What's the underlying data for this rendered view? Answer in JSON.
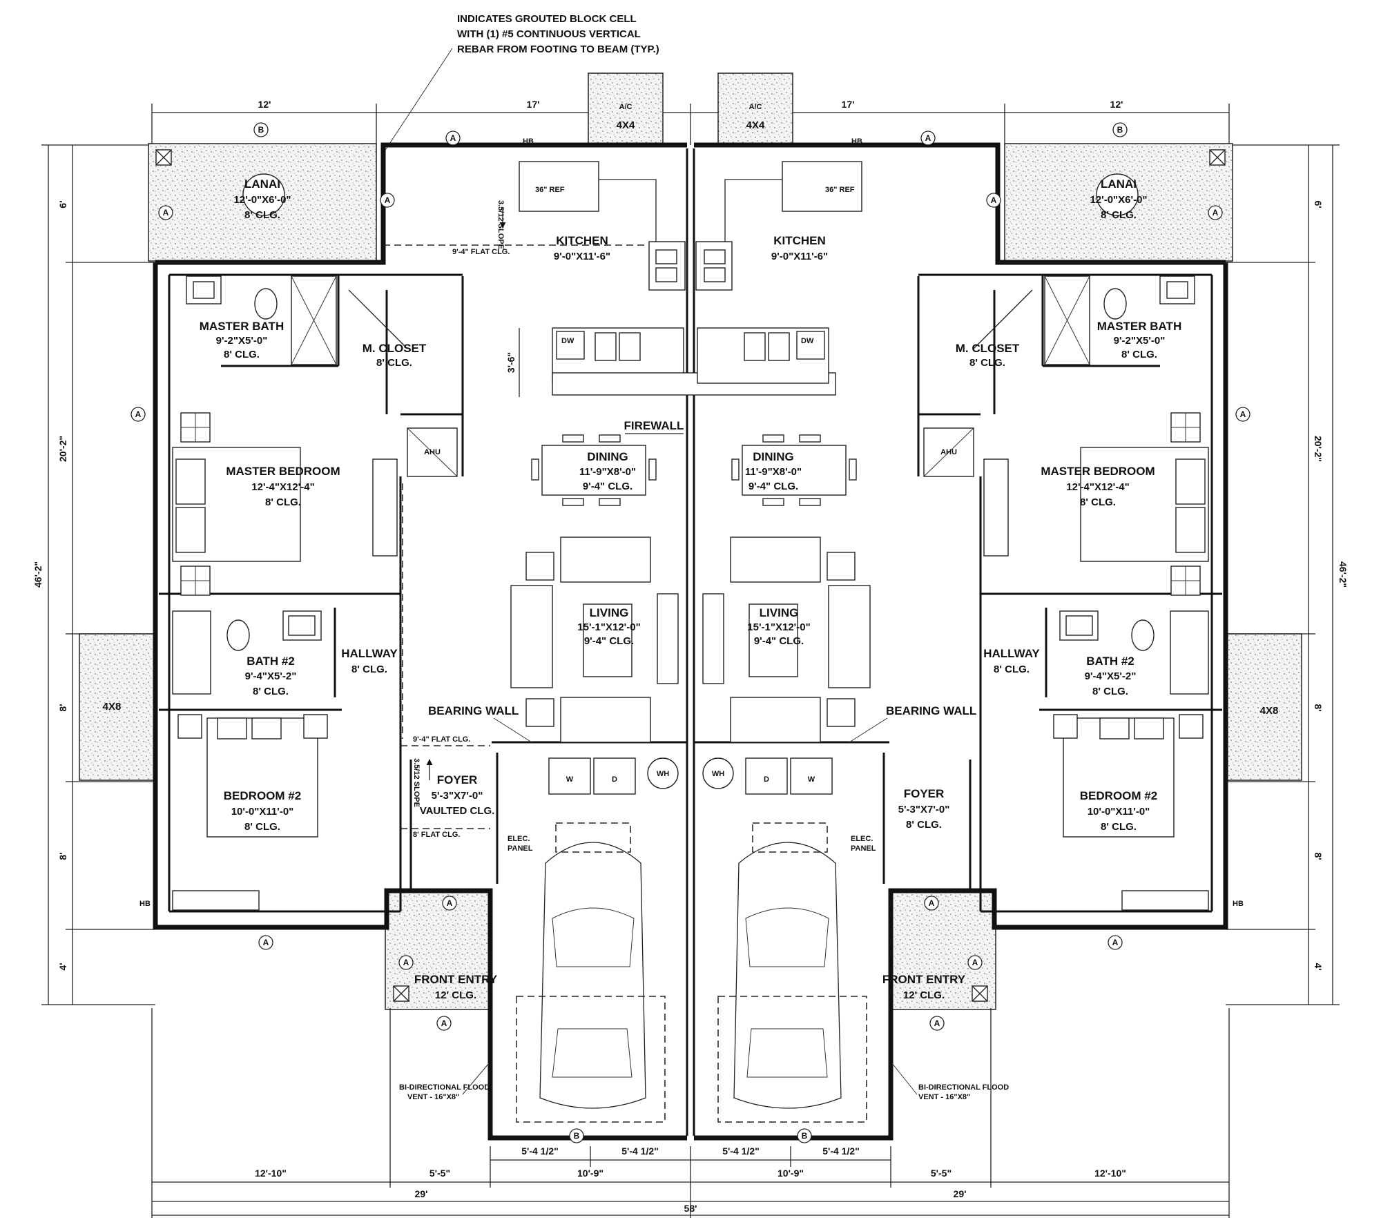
{
  "note": {
    "line1": "INDICATES GROUTED BLOCK CELL",
    "line2": "WITH (1) #5 CONTINUOUS VERTICAL",
    "line3": "REBAR FROM FOOTING TO BEAM (TYP.)"
  },
  "top_dims": {
    "left": "12'",
    "mid_left": "17'",
    "mid_right": "17'",
    "right": "12'"
  },
  "side_dims": {
    "d6": "6'",
    "d20": "20'-2\"",
    "d46": "46'-2\"",
    "d8a": "8'",
    "d8b": "8'",
    "d4": "4'"
  },
  "bottom_dims": {
    "a": "12'-10\"",
    "b": "5'-5\"",
    "c": "5'-4 1/2\"",
    "d": "10'-9\"",
    "e": "5'-4 1/2\"",
    "f": "5'-4 1/2\"",
    "g": "10'-9\"",
    "h": "5'-4 1/2\"",
    "i": "5'-5\"",
    "j": "12'-10\"",
    "half_left": "29'",
    "half_right": "29'",
    "total": "58'"
  },
  "tags": {
    "a": "A",
    "b": "B"
  },
  "ac": {
    "label": "A/C",
    "size": "4X4"
  },
  "pad": {
    "size": "4X8"
  },
  "hb": "HB",
  "units": [
    {
      "lanai": {
        "name": "LANAI",
        "size": "12'-0\"X6'-0\"",
        "clg": "8' CLG."
      },
      "kitchen": {
        "name": "KITCHEN",
        "size": "9'-0\"X11'-6\""
      },
      "master_bath": {
        "name": "MASTER BATH",
        "size": "9'-2\"X5'-0\"",
        "clg": "8' CLG."
      },
      "m_closet": {
        "name": "M. CLOSET",
        "clg": "8' CLG."
      },
      "master_bedroom": {
        "name": "MASTER BEDROOM",
        "size": "12'-4\"X12'-4\"",
        "clg": "8' CLG."
      },
      "dining": {
        "name": "DINING",
        "size": "11'-9\"X8'-0\"",
        "clg": "9'-4\" CLG."
      },
      "living": {
        "name": "LIVING",
        "size": "15'-1\"X12'-0\"",
        "clg": "9'-4\" CLG."
      },
      "hallway": {
        "name": "HALLWAY",
        "clg": "8' CLG."
      },
      "bath2": {
        "name": "BATH #2",
        "size": "9'-4\"X5'-2\"",
        "clg": "8' CLG."
      },
      "bedroom2": {
        "name": "BEDROOM #2",
        "size": "10'-0\"X11'-0\"",
        "clg": "8' CLG."
      },
      "foyer": {
        "name": "FOYER",
        "size": "5'-3\"X7'-0\"",
        "clg": "VAULTED CLG."
      },
      "front_entry": {
        "name": "FRONT ENTRY",
        "clg": "12' CLG."
      },
      "ref": "36\" REF",
      "dw": "DW",
      "ahu": "AHU",
      "wh": "WH",
      "washer": "W",
      "dryer": "D",
      "elec": "ELEC.",
      "panel": "PANEL",
      "bearing_wall": "BEARING WALL",
      "flood_vent_1": "BI-DIRECTIONAL FLOOD",
      "flood_vent_2": "VENT - 16\"X8\"",
      "slope_top": "3.5/12 SLOPE",
      "slope_bottom": "3.5/12 SLOPE",
      "flat_clg_1": "9'-4\" FLAT CLG.",
      "flat_clg_2": "9'-4\" FLAT CLG.",
      "flat_clg_3": "8' FLAT CLG.",
      "counter_dim": "3'-6\""
    },
    {
      "lanai": {
        "name": "LANAI",
        "size": "12'-0\"X6'-0\"",
        "clg": "8' CLG."
      },
      "kitchen": {
        "name": "KITCHEN",
        "size": "9'-0\"X11'-6\""
      },
      "master_bath": {
        "name": "MASTER BATH",
        "size": "9'-2\"X5'-0\"",
        "clg": "8' CLG."
      },
      "m_closet": {
        "name": "M. CLOSET",
        "clg": "8' CLG."
      },
      "master_bedroom": {
        "name": "MASTER BEDROOM",
        "size": "12'-4\"X12'-4\"",
        "clg": "8' CLG."
      },
      "dining": {
        "name": "DINING",
        "size": "11'-9\"X8'-0\"",
        "clg": "9'-4\" CLG."
      },
      "living": {
        "name": "LIVING",
        "size": "15'-1\"X12'-0\"",
        "clg": "9'-4\" CLG."
      },
      "hallway": {
        "name": "HALLWAY",
        "clg": "8' CLG."
      },
      "bath2": {
        "name": "BATH #2",
        "size": "9'-4\"X5'-2\"",
        "clg": "8' CLG."
      },
      "bedroom2": {
        "name": "BEDROOM #2",
        "size": "10'-0\"X11'-0\"",
        "clg": "8' CLG."
      },
      "foyer": {
        "name": "FOYER",
        "size": "5'-3\"X7'-0\"",
        "clg": "8' CLG."
      },
      "front_entry": {
        "name": "FRONT ENTRY",
        "clg": "12' CLG."
      },
      "ref": "36\" REF",
      "dw": "DW",
      "ahu": "AHU",
      "wh": "WH",
      "washer": "W",
      "dryer": "D",
      "elec": "ELEC.",
      "panel": "PANEL",
      "bearing_wall": "BEARING WALL",
      "flood_vent_1": "BI-DIRECTIONAL FLOOD",
      "flood_vent_2": "VENT - 16\"X8\""
    }
  ],
  "firewall": "FIREWALL"
}
